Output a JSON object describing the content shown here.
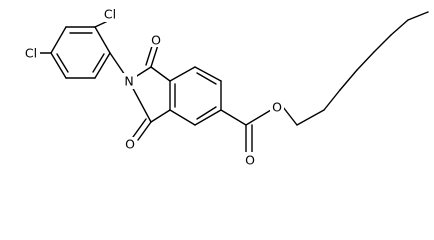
{
  "molecule": {
    "atom_labels": {
      "cl_left": "Cl",
      "cl_top": "Cl",
      "nitrogen": "N",
      "oxygen_top": "O",
      "oxygen_bottom": "O",
      "oxygen_ester_single": "O",
      "oxygen_ester_double": "O"
    },
    "colors": {
      "bond": "#000000",
      "background": "#ffffff"
    }
  }
}
